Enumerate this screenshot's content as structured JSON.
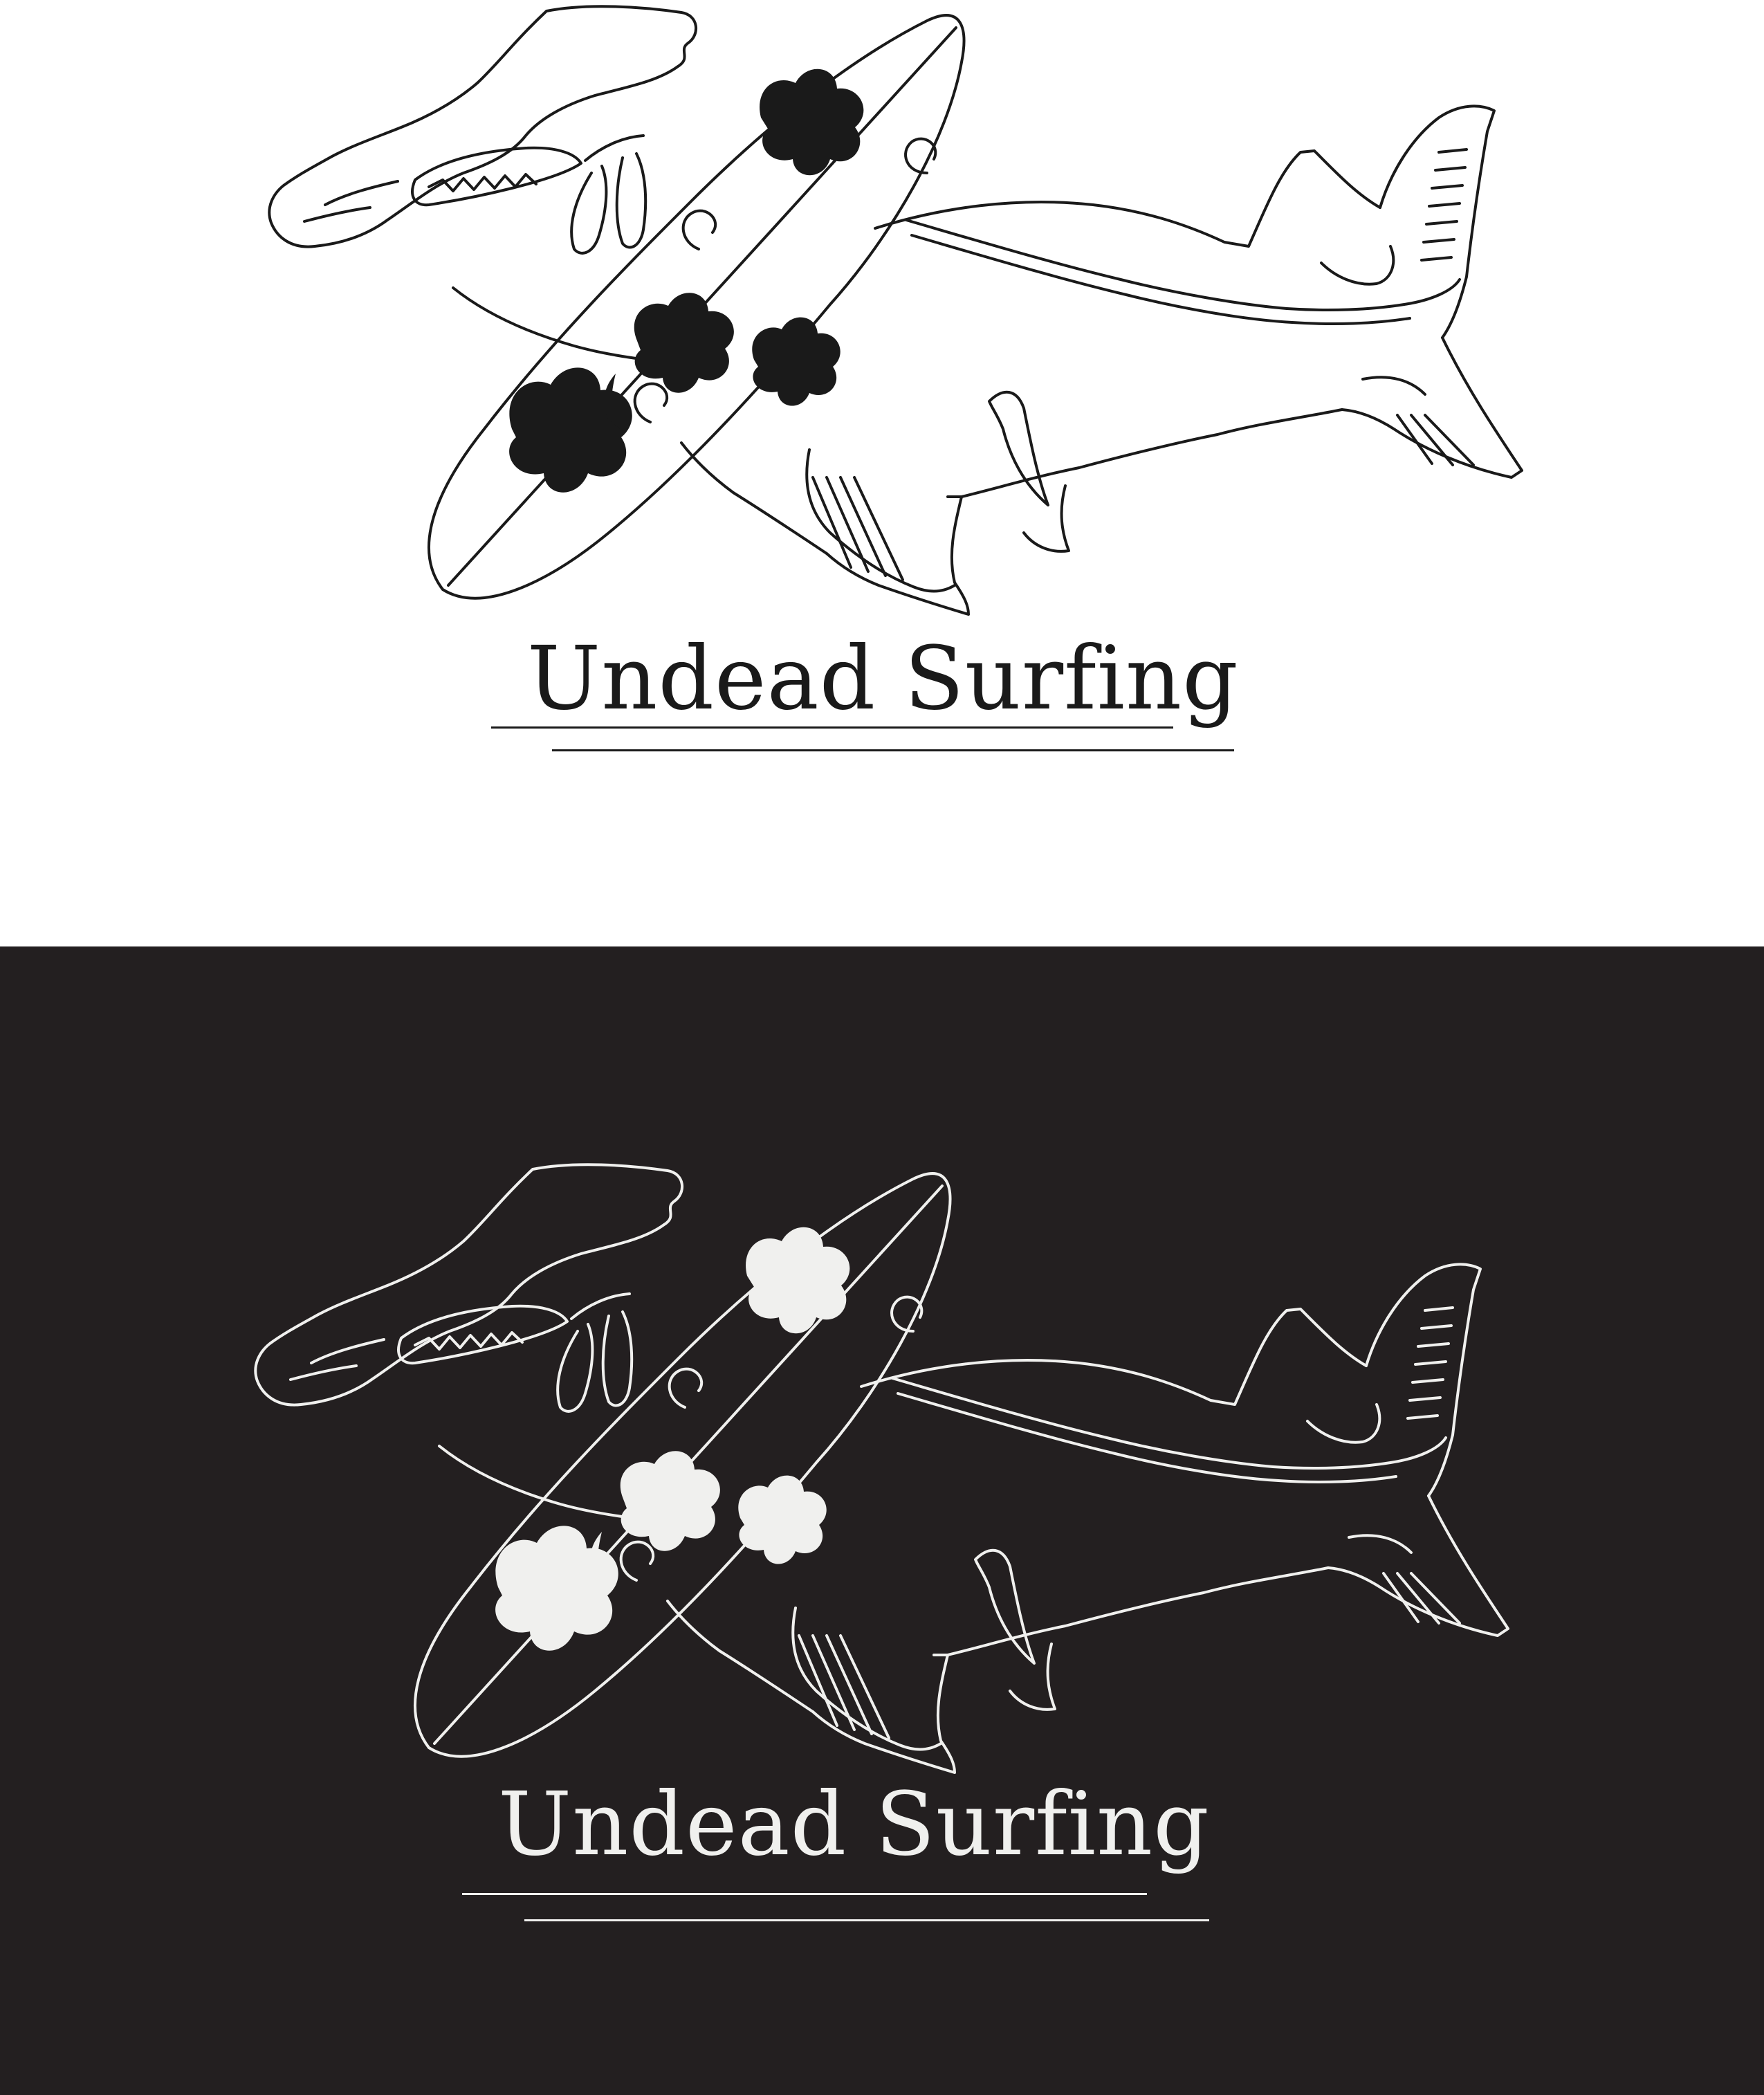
{
  "colors": {
    "light_background": "#ffffff",
    "light_ink": "#1a1a1a",
    "dark_background": "#231f20",
    "dark_ink": "#f0f0ee"
  },
  "variants": [
    {
      "label": "light",
      "brand_name": "Undead Surfing"
    },
    {
      "label": "dark",
      "brand_name": "Undead Surfing"
    }
  ]
}
